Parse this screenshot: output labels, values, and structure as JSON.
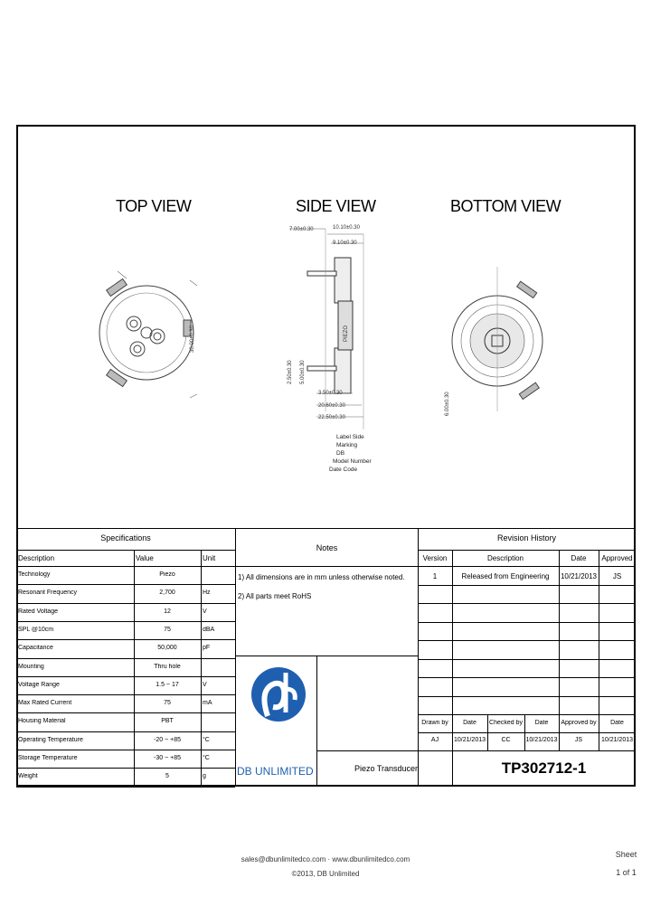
{
  "views": {
    "top": "TOP VIEW",
    "side": "SIDE VIEW",
    "bottom": "BOTTOM VIEW"
  },
  "dimensions": {
    "side_width": "7.00±0.30",
    "side_top_a": "10.10±0.30",
    "side_top_b": "9.10±0.30",
    "side_pin1": "3.50±0.30",
    "side_pin2": "20.60±0.30",
    "side_pin3": "22.50±0.30",
    "side_left_v": "2.50±0.30",
    "side_left_v2": "5.00±0.30",
    "top_dia": "30.00±0.30",
    "bottom_dia": "6.00±0.30",
    "side_label": "PIEZO",
    "side_notes": [
      "Label Side",
      "Marking",
      "DB",
      "Model Number",
      "Date Code"
    ]
  },
  "specifications": {
    "title": "Specifications",
    "headers": [
      "Description",
      "Value",
      "Unit"
    ],
    "rows": [
      [
        "Technology",
        "Piezo",
        ""
      ],
      [
        "Resonant Frequency",
        "2,700",
        "Hz"
      ],
      [
        "Rated Voltage",
        "12",
        "V"
      ],
      [
        "SPL @10cm",
        "75",
        "dBA"
      ],
      [
        "Capacitance",
        "50,000",
        "pF"
      ],
      [
        "Mounting",
        "Thru hole",
        ""
      ],
      [
        "Voltage Range",
        "1.5 ~ 17",
        "V"
      ],
      [
        "Max Rated Current",
        "75",
        "mA"
      ],
      [
        "Housing Material",
        "PBT",
        ""
      ],
      [
        "Operating Temperature",
        "-20 ~ +85",
        "°C"
      ],
      [
        "Storage Temperature",
        "-30 ~ +85",
        "°C"
      ],
      [
        "Weight",
        "5",
        "g"
      ]
    ]
  },
  "notes": {
    "title": "Notes",
    "items": [
      "1) All dimensions are in mm unless otherwise noted.",
      "2) All parts meet RoHS"
    ]
  },
  "revision": {
    "title": "Revision History",
    "headers": [
      "Version",
      "Description",
      "Date",
      "Approved"
    ],
    "rows": [
      [
        "1",
        "Released from Engineering",
        "10/21/2013",
        "JS"
      ]
    ]
  },
  "signoff": {
    "headers": [
      "Drawn by",
      "Date",
      "Checked by",
      "Date",
      "Approved by",
      "Date"
    ],
    "values": [
      "AJ",
      "10/21/2013",
      "CC",
      "10/21/2013",
      "JS",
      "10/21/2013"
    ]
  },
  "product": "Piezo Transducer",
  "part_number": "TP302712-1",
  "logo_text": "DB UNLIMITED",
  "footer": {
    "contact": "sales@dbunlimitedco.com · www.dbunlimitedco.com",
    "copyright": "©2013, DB Unlimited",
    "sheet_label": "Sheet",
    "sheet_value": "1 of 1"
  },
  "colors": {
    "logo_blue": "#1f5fb0"
  }
}
